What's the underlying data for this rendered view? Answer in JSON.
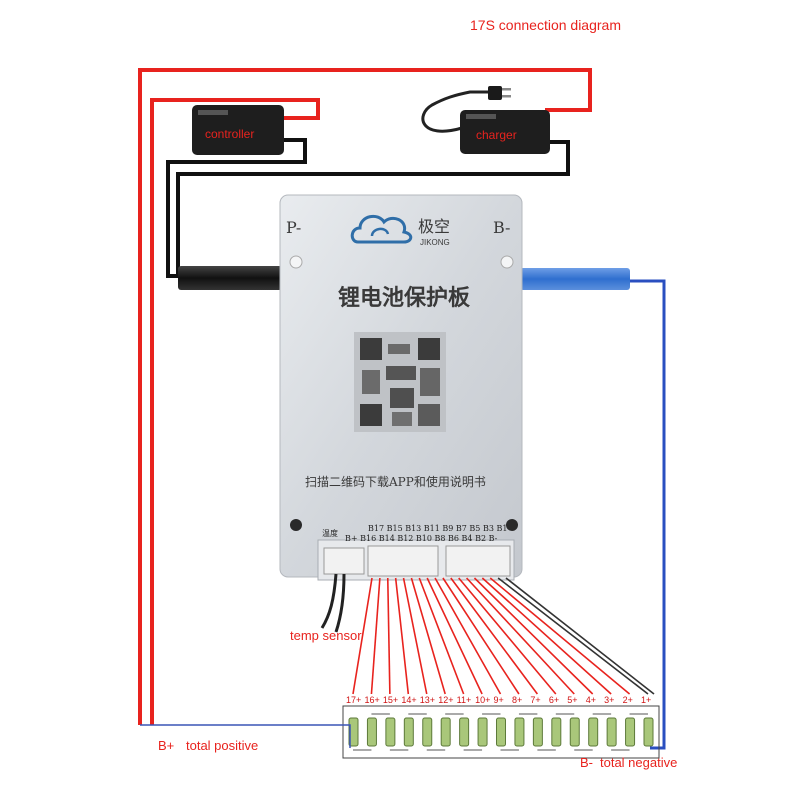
{
  "title": "17S connection diagram",
  "devices": {
    "controller_label": "controller",
    "charger_label": "charger"
  },
  "board": {
    "brand_cn": "极空",
    "brand_en": "JIKONG",
    "p_minus": "P-",
    "b_minus": "B-",
    "title_cn": "锂电池保护板",
    "scan_text": "扫描二维码下载APP和使用说明书",
    "temp_cn": "温度",
    "pins_top": "B17 B15 B13 B11 B9 B7 B5 B3 B1",
    "pins_bottom": "B+ B16 B14 B12 B10 B8 B6 B4 B2 B-"
  },
  "labels": {
    "temp_sensor": "temp sensor",
    "b_plus": "B+",
    "total_positive": "total positive",
    "b_minus": "B-",
    "total_negative": "total negative"
  },
  "cells": [
    "17+",
    "16+",
    "15+",
    "14+",
    "13+",
    "12+",
    "11+",
    "10+",
    "9+",
    "8+",
    "7+",
    "6+",
    "5+",
    "4+",
    "3+",
    "2+",
    "1+"
  ],
  "colors": {
    "red_wire": "#e8231e",
    "blue_wire": "#2a4fc0",
    "black_wire": "#111111",
    "cell_green": "#a9c77a",
    "board_silver": "#d6d9de"
  }
}
